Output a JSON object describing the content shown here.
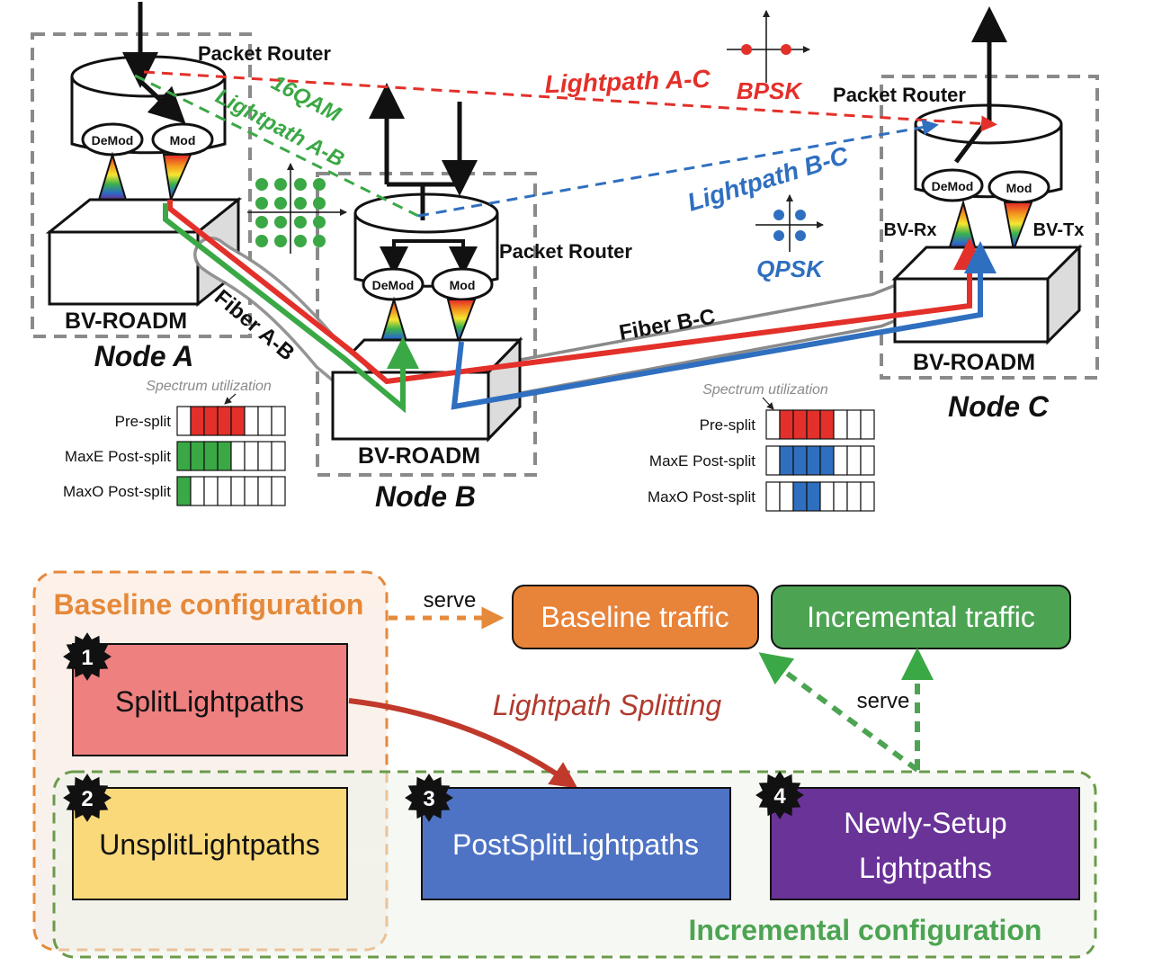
{
  "nodes": {
    "a": {
      "label": "Node A",
      "roadm": "BV-ROADM",
      "router": "Packet Router",
      "demod": "DeMod",
      "mod": "Mod"
    },
    "b": {
      "label": "Node B",
      "roadm": "BV-ROADM",
      "router": "Packet Router",
      "demod": "DeMod",
      "mod": "Mod"
    },
    "c": {
      "label": "Node C",
      "roadm": "BV-ROADM",
      "router": "Packet Router",
      "demod": "DeMod",
      "mod": "Mod",
      "rx": "BV-Rx",
      "tx": "BV-Tx"
    }
  },
  "lightpaths": {
    "ac": {
      "label": "Lightpath A-C",
      "modulation": "BPSK"
    },
    "ab": {
      "label": "Lightpath A-B",
      "modulation": "16QAM"
    },
    "bc": {
      "label": "Lightpath B-C",
      "modulation": "QPSK"
    }
  },
  "fibers": {
    "ab": "Fiber A-B",
    "bc": "Fiber B-C"
  },
  "spectrum": {
    "left": {
      "title": "Spectrum utilization",
      "rows": [
        {
          "label": "Pre-split",
          "color": "#e3302a",
          "filled": [
            1,
            2,
            3,
            4
          ]
        },
        {
          "label": "MaxE Post-split",
          "color": "#3aa845",
          "filled": [
            0,
            1,
            2,
            3
          ]
        },
        {
          "label": "MaxO Post-split",
          "color": "#3aa845",
          "filled": [
            0
          ]
        }
      ]
    },
    "right": {
      "title": "Spectrum utilization",
      "rows": [
        {
          "label": "Pre-split",
          "color": "#e3302a",
          "filled": [
            1,
            2,
            3,
            4
          ]
        },
        {
          "label": "MaxE Post-split",
          "color": "#2f6fc0",
          "filled": [
            1,
            2,
            3,
            4
          ]
        },
        {
          "label": "MaxO Post-split",
          "color": "#2f6fc0",
          "filled": [
            2,
            3
          ]
        }
      ]
    }
  },
  "config": {
    "baseline_label": "Baseline configuration",
    "incremental_label": "Incremental  configuration",
    "serve_top": "serve",
    "serve_right": "serve",
    "splitting_label": "Lightpath Splitting",
    "baseline_traffic": "Baseline traffic",
    "incremental_traffic": "Incremental traffic",
    "boxes": [
      {
        "num": "1",
        "label": "SplitLightpaths"
      },
      {
        "num": "2",
        "label": "UnsplitLightpaths"
      },
      {
        "num": "3",
        "label": "PostSplitLightpaths"
      },
      {
        "num": "4",
        "line1": "Newly-Setup",
        "line2": "Lightpaths"
      }
    ]
  },
  "colors": {
    "red": "#e3302a",
    "green": "#3aa845",
    "blue": "#2f6fc0",
    "orange": "#e5893a",
    "split_box": "#ee8080",
    "unsplit_box": "#f9d97a",
    "postsplit_box": "#4e73c4",
    "newly_box": "#6a3398",
    "baseline_traffic": "#e8833a",
    "incremental_traffic": "#4ca453"
  }
}
